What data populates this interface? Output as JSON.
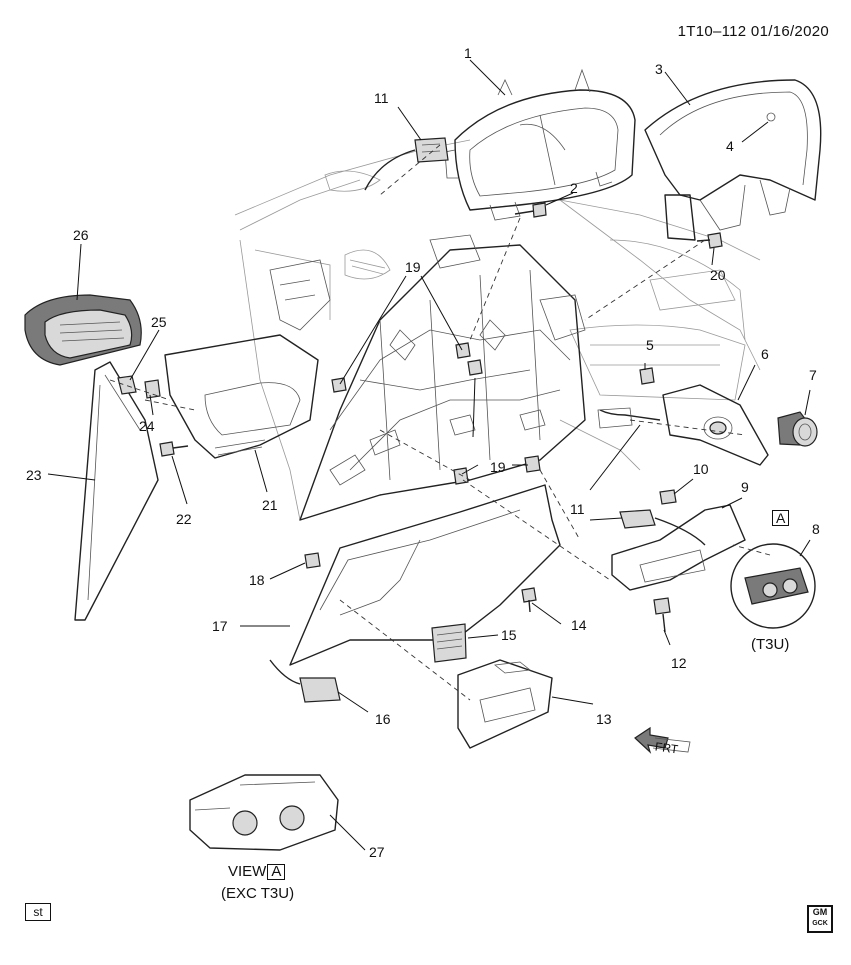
{
  "header": {
    "code": "1T10–112  01/16/2020"
  },
  "callouts": {
    "c1": "1",
    "c2": "2",
    "c3": "3",
    "c4": "4",
    "c5": "5",
    "c6": "6",
    "c7": "7",
    "c8": "8",
    "c9": "9",
    "c10": "10",
    "c11": "11",
    "c12": "12",
    "c13": "13",
    "c14": "14",
    "c15": "15",
    "c16": "16",
    "c17": "17",
    "c18": "18",
    "c19": "19",
    "c20": "20",
    "c21": "21",
    "c22": "22",
    "c23": "23",
    "c24": "24",
    "c25": "25",
    "c26": "26",
    "c27": "27"
  },
  "view_ref": {
    "letter": "A",
    "note": "(T3U)"
  },
  "view_label": {
    "prefix": "VIEW",
    "letter": "A",
    "note": "(EXC T3U)"
  },
  "front_arrow": {
    "text": "FRT"
  },
  "footer": {
    "st_box": "st",
    "logo_top": "GM",
    "logo_bottom": "GCK"
  },
  "colors": {
    "line": "#222222",
    "paper": "#ffffff"
  }
}
